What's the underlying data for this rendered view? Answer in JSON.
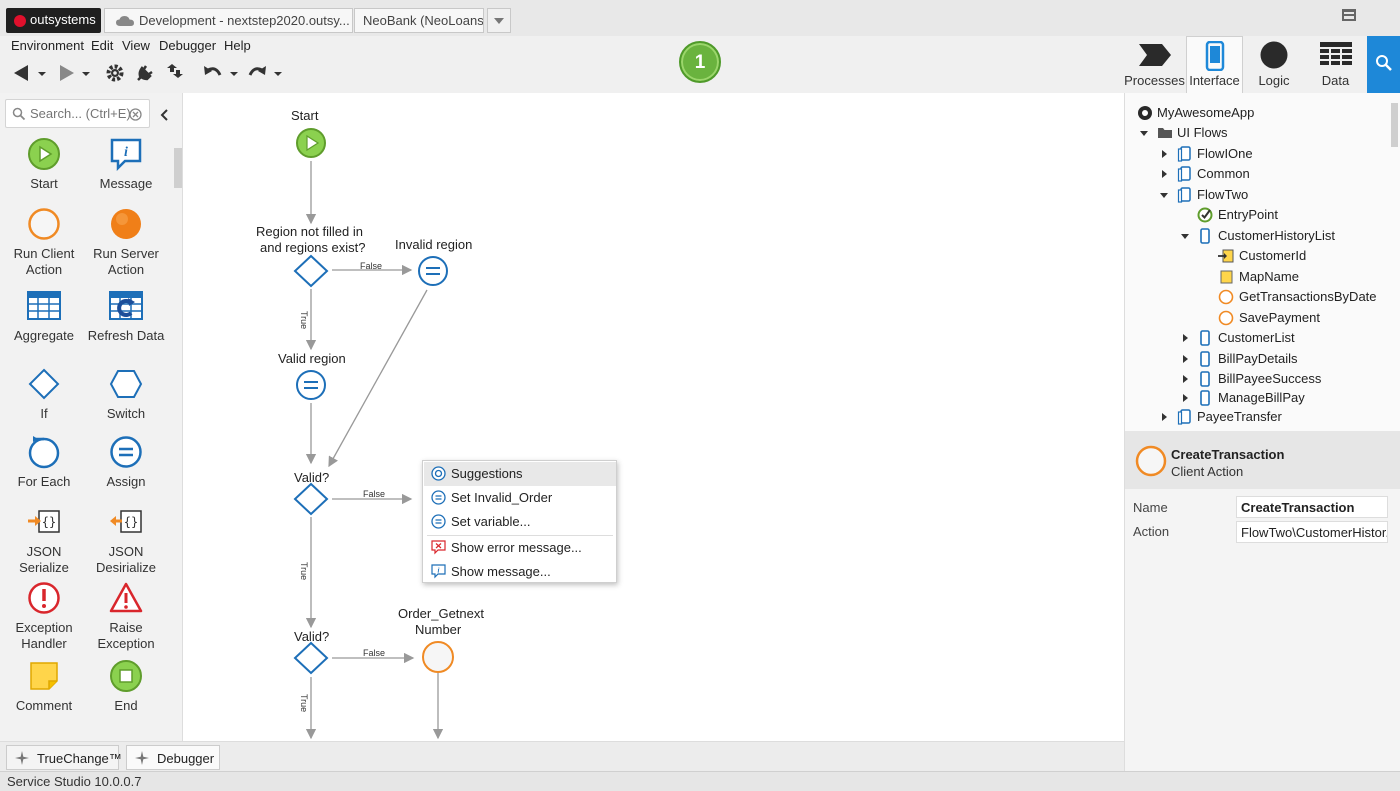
{
  "titlebar": {
    "logo_text": "outsystems",
    "tabs": [
      {
        "label": "Development - nextstep2020.outsy..."
      },
      {
        "label": "NeoBank (NeoLoans)"
      }
    ]
  },
  "menu": {
    "items": [
      "Environment",
      "Edit",
      "View",
      "Debugger",
      "Help"
    ]
  },
  "toolbar": {
    "publish_badge": "1"
  },
  "right_tabs": [
    "Processes",
    "Interface",
    "Logic",
    "Data"
  ],
  "toolbox": {
    "search_placeholder": "Search... (Ctrl+E)",
    "tools": [
      {
        "label": "Start",
        "icon": "start-icon"
      },
      {
        "label": "Message",
        "icon": "message-icon"
      },
      {
        "label": "Run Client Action",
        "icon": "run-client-action-icon"
      },
      {
        "label": "Run Server Action",
        "icon": "run-server-action-icon"
      },
      {
        "label": "Aggregate",
        "icon": "aggregate-icon"
      },
      {
        "label": "Refresh Data",
        "icon": "refresh-data-icon"
      },
      {
        "label": "If",
        "icon": "if-icon"
      },
      {
        "label": "Switch",
        "icon": "switch-icon"
      },
      {
        "label": "For Each",
        "icon": "for-each-icon"
      },
      {
        "label": "Assign",
        "icon": "assign-icon"
      },
      {
        "label": "JSON Serialize",
        "icon": "json-serialize-icon"
      },
      {
        "label": "JSON Desirialize",
        "icon": "json-deserialize-icon"
      },
      {
        "label": "Exception Handler",
        "icon": "exception-handler-icon"
      },
      {
        "label": "Raise Exception",
        "icon": "raise-exception-icon"
      },
      {
        "label": "Comment",
        "icon": "comment-icon"
      },
      {
        "label": "End",
        "icon": "end-icon"
      }
    ]
  },
  "flow": {
    "start": "Start",
    "if1_line1": "Region not filled in",
    "if1_line2": "and regions exist?",
    "invalid_region": "Invalid region",
    "valid_region": "Valid region",
    "valid1": "Valid?",
    "valid2": "Valid?",
    "order_line1": "Order_Getnext",
    "order_line2": "Number",
    "false1": "False",
    "true1": "True",
    "false2": "False",
    "true2": "True",
    "false3": "False",
    "true3": "True"
  },
  "context_menu": {
    "items": [
      {
        "label": "Suggestions",
        "icon": "suggestions-icon"
      },
      {
        "label": "Set Invalid_Order",
        "icon": "assign-icon"
      },
      {
        "label": "Set variable...",
        "icon": "assign-icon"
      },
      {
        "label": "Show error message...",
        "icon": "error-message-icon"
      },
      {
        "label": "Show message...",
        "icon": "message-icon"
      }
    ]
  },
  "bottom_tabs": [
    "TrueChange™",
    "Debugger"
  ],
  "status": "Service Studio 10.0.0.7",
  "tree": {
    "nodes": [
      {
        "label": "MyAwesomeApp"
      },
      {
        "label": "UI Flows"
      },
      {
        "label": "FlowIOne"
      },
      {
        "label": "Common"
      },
      {
        "label": "FlowTwo"
      },
      {
        "label": "EntryPoint"
      },
      {
        "label": "CustomerHistoryList"
      },
      {
        "label": "CustomerId"
      },
      {
        "label": "MapName"
      },
      {
        "label": "GetTransactionsByDate"
      },
      {
        "label": "SavePayment"
      },
      {
        "label": "CustomerList"
      },
      {
        "label": "BillPayDetails"
      },
      {
        "label": "BillPayeeSuccess"
      },
      {
        "label": "ManageBillPay"
      },
      {
        "label": "PayeeTransfer"
      }
    ]
  },
  "properties": {
    "title": "CreateTransaction",
    "subtitle": "Client Action",
    "name_label": "Name",
    "name_value": "CreateTransaction",
    "action_label": "Action",
    "action_value": "FlowTwo\\CustomerHistor..."
  },
  "colors": {
    "accent_blue": "#1e88d8",
    "start_green": "#7cc23a",
    "flow_blue": "#1d6fb8",
    "orange": "#f08a24",
    "error_red": "#d9262c"
  }
}
